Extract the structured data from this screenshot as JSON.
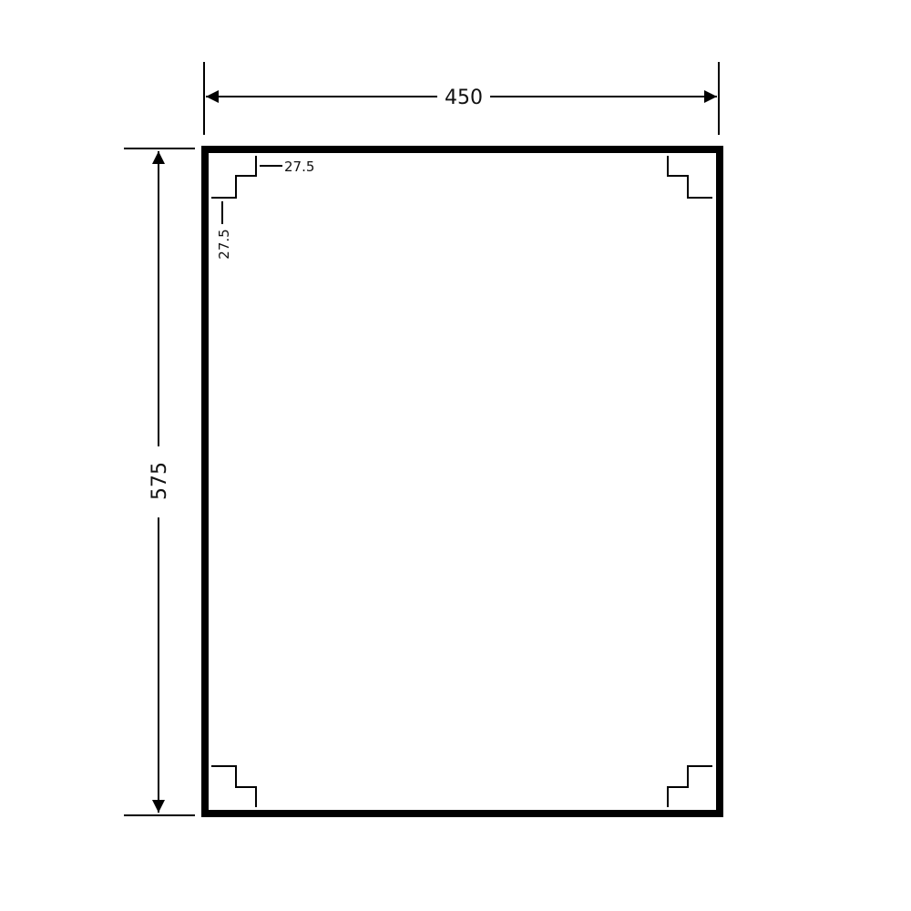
{
  "drawing": {
    "width_label": "450",
    "height_label": "575",
    "corner_offset_horizontal_label": "27.5",
    "corner_offset_vertical_label": "27.5"
  },
  "colors": {
    "ink": "#000000",
    "background": "#ffffff"
  }
}
